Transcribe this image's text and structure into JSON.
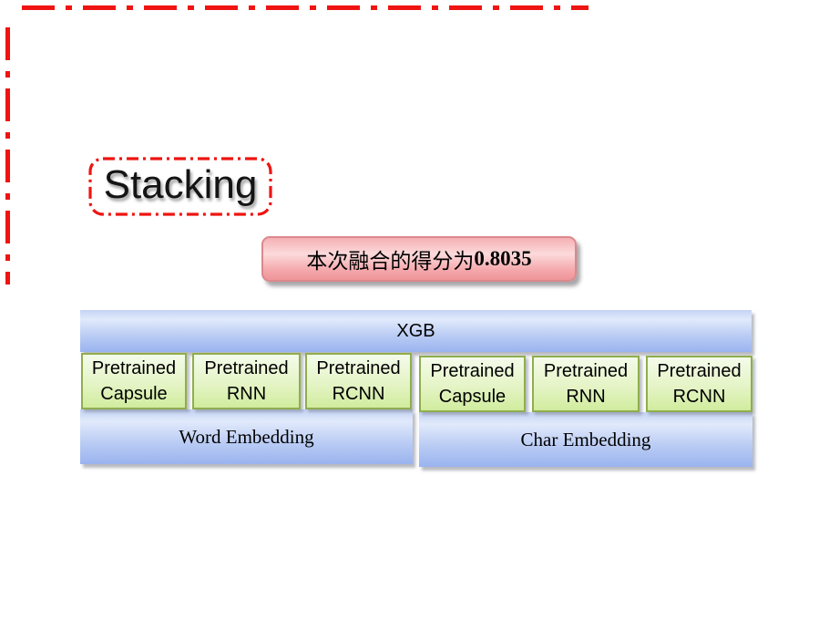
{
  "slide": {
    "title": "Stacking",
    "score_note": {
      "prefix": "本次融合的得分为",
      "score": "0.8035"
    },
    "meta_model": "XGB",
    "word_branch": {
      "label": "Word Embedding",
      "models": [
        {
          "line1": "Pretrained",
          "line2": "Capsule"
        },
        {
          "line1": "Pretrained",
          "line2": "RNN"
        },
        {
          "line1": "Pretrained",
          "line2": "RCNN"
        }
      ]
    },
    "char_branch": {
      "label": "Char Embedding",
      "models": [
        {
          "line1": "Pretrained",
          "line2": "Capsule"
        },
        {
          "line1": "Pretrained",
          "line2": "RNN"
        },
        {
          "line1": "Pretrained",
          "line2": "RCNN"
        }
      ]
    },
    "colors": {
      "accent_red": "#ee1411",
      "bar_blue_top": "#e1eafb",
      "bar_blue_bottom": "#9ab4ef",
      "green_fill_top": "#f4fbea",
      "green_fill_bottom": "#d0ec9e",
      "green_border": "#8fae4e",
      "pink_fill_top": "#fcdadb",
      "pink_fill_bottom": "#ee9599",
      "pink_border": "#db898c",
      "text": "#000000"
    }
  }
}
